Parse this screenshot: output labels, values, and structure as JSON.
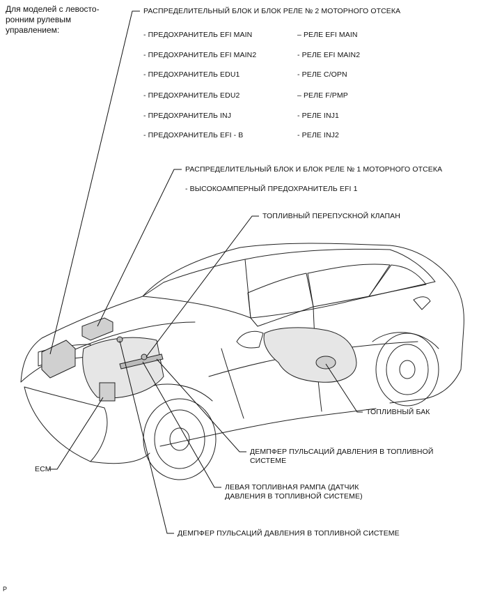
{
  "note": "Для моделей с левосто-\nронним рулевым\nуправлением:",
  "block2": {
    "title": "РАСПРЕДЕЛИТЕЛЬНЫЙ БЛОК И БЛОК РЕЛЕ № 2 МОТОРНОГО ОТСЕКА",
    "fuses": [
      "- ПРЕДОХРАНИТЕЛЬ EFI MAIN",
      "- ПРЕДОХРАНИТЕЛЬ EFI MAIN2",
      "- ПРЕДОХРАНИТЕЛЬ EDU1",
      "- ПРЕДОХРАНИТЕЛЬ EDU2",
      "- ПРЕДОХРАНИТЕЛЬ INJ",
      "- ПРЕДОХРАНИТЕЛЬ EFI - B"
    ],
    "relays": [
      "– РЕЛЕ EFI MAIN",
      "- РЕЛЕ EFI MAIN2",
      "- РЕЛЕ C/OPN",
      "– РЕЛЕ F/PMP",
      "- РЕЛЕ INJ1",
      "- РЕЛЕ INJ2"
    ]
  },
  "block1": {
    "title": "РАСПРЕДЕЛИТЕЛЬНЫЙ БЛОК И БЛОК РЕЛЕ № 1 МОТОРНОГО ОТСЕКА",
    "item": "- ВЫСОКОАМПЕРНЫЙ ПРЕДОХРАНИТЕЛЬ EFI 1"
  },
  "labels": {
    "bypass_valve": "ТОПЛИВНЫЙ ПЕРЕПУСКНОЙ КЛАПАН",
    "fuel_tank": "ТОПЛИВНЫЙ БАК",
    "damper_1": "ДЕМПФЕР ПУЛЬСАЦИЙ ДАВЛЕНИЯ В ТОПЛИВНОЙ\nСИСТЕМЕ",
    "left_rail": "ЛЕВАЯ ТОПЛИВНАЯ РАМПА (ДАТЧИК\nДАВЛЕНИЯ В ТОПЛИВНОЙ СИСТЕМЕ)",
    "damper_2": "ДЕМПФЕР ПУЛЬСАЦИЙ ДАВЛЕНИЯ В ТОПЛИВНОЙ СИСТЕМЕ",
    "ecm": "ECM"
  },
  "footer_code": "P"
}
